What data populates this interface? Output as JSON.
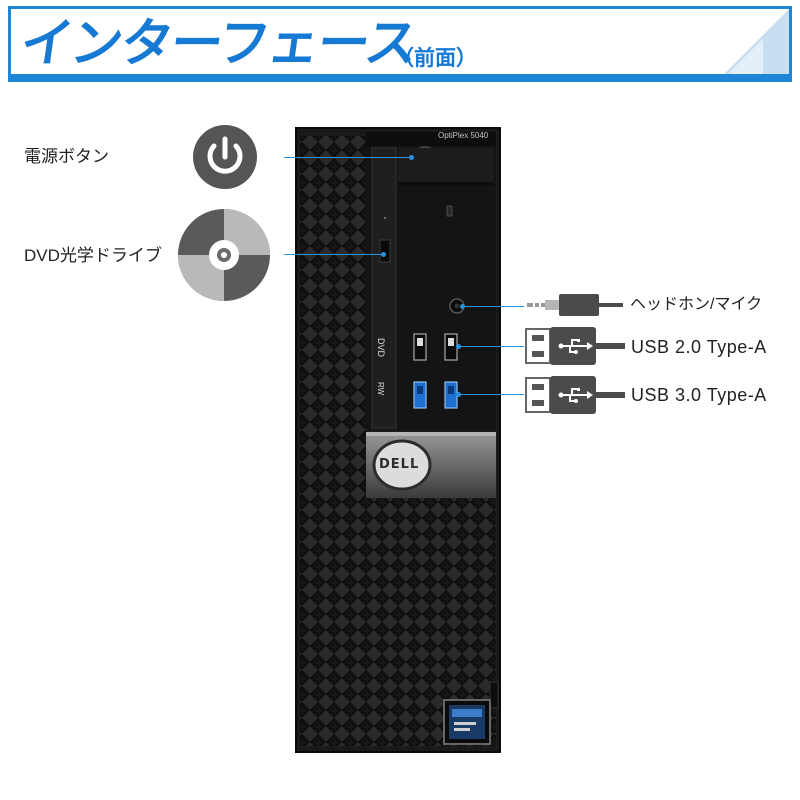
{
  "header": {
    "title": "インターフェース",
    "subtitle": "（前面）"
  },
  "labels": {
    "power": "電源ボタン",
    "dvd": "DVD光学ドライブ",
    "audio": "ヘッドホン/マイク",
    "usb2": "USB 2.0 Type-A",
    "usb3": "USB 3.0 Type-A"
  },
  "tower": {
    "model": "OptiPlex 5040",
    "brand": "DELL",
    "drive_text": "DVD",
    "drive_mark": "RW"
  },
  "icons": {
    "power": "power-icon",
    "disc": "disc-icon",
    "audio": "audio-jack-icon",
    "usb": "usb-plug-icon"
  },
  "colors": {
    "accent": "#1e86d6",
    "usb3_port": "#1f6fd0",
    "icon_gray": "#555555",
    "tower": "#1b1b1b"
  }
}
